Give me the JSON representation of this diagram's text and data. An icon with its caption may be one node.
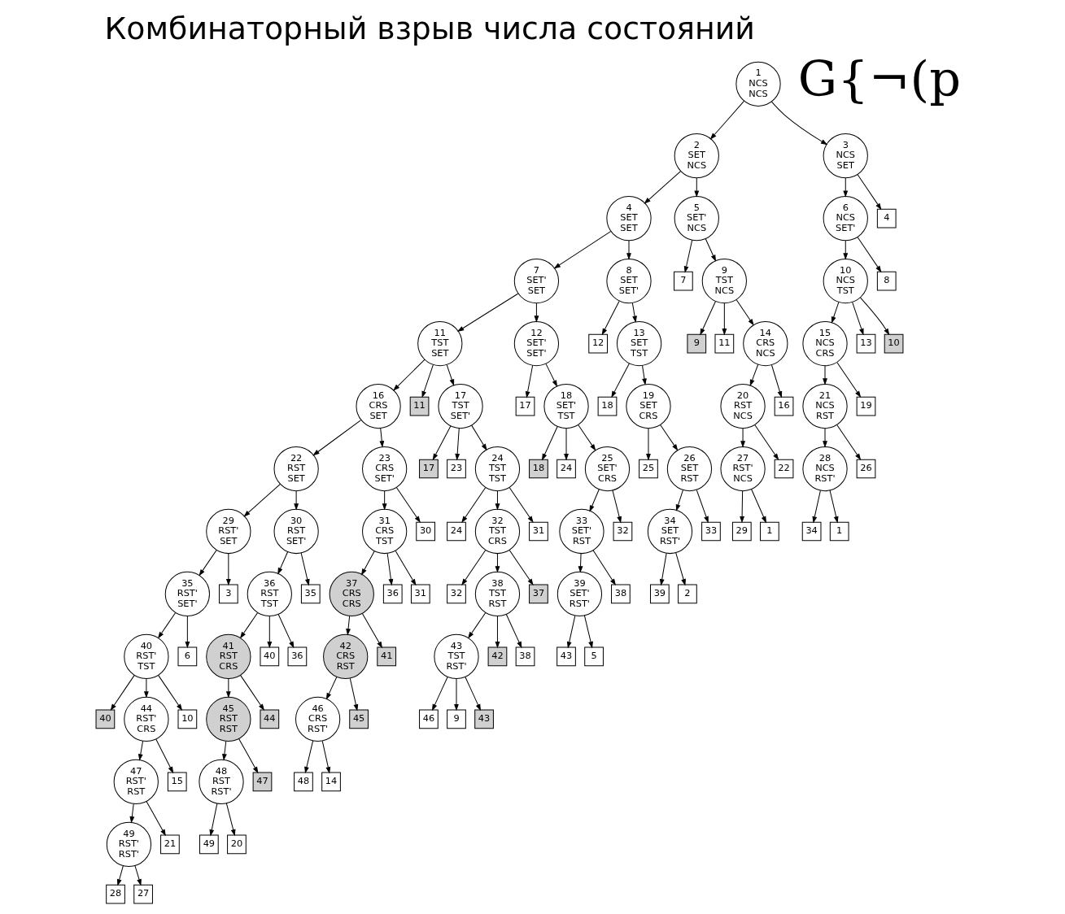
{
  "diagram": {
    "title": "Комбинаторный взрыв числа состояний",
    "nodes": [
      {
        "text": [
          "1",
          "NCS",
          "NCS"
        ]
      },
      {
        "text": [
          "2",
          "SET",
          "NCS"
        ]
      },
      {
        "text": [
          "3",
          "NCS",
          "SET"
        ]
      },
      {
        "text": [
          "4",
          "SET",
          "SET"
        ]
      },
      {
        "text": [
          "5",
          "SET'",
          "NCS"
        ]
      },
      {
        "text": [
          "6",
          "NCS",
          "SET'"
        ]
      },
      {
        "text": [
          "4"
        ]
      },
      {
        "text": [
          "7",
          "SET'",
          "SET"
        ]
      },
      {
        "text": [
          "8",
          "SET",
          "SET'"
        ]
      },
      {
        "text": [
          "7"
        ]
      },
      {
        "text": [
          "9",
          "TST",
          "NCS"
        ]
      },
      {
        "text": [
          "10",
          "NCS",
          "TST"
        ]
      },
      {
        "text": [
          "8"
        ]
      },
      {
        "text": [
          "11",
          "TST",
          "SET"
        ]
      },
      {
        "text": [
          "12",
          "SET'",
          "SET'"
        ]
      },
      {
        "text": [
          "12"
        ]
      },
      {
        "text": [
          "13",
          "SET",
          "TST"
        ]
      },
      {
        "text": [
          "9"
        ]
      },
      {
        "text": [
          "11"
        ]
      },
      {
        "text": [
          "14",
          "CRS",
          "NCS"
        ]
      },
      {
        "text": [
          "15",
          "NCS",
          "CRS"
        ]
      },
      {
        "text": [
          "13"
        ]
      },
      {
        "text": [
          "10"
        ]
      },
      {
        "text": [
          "16",
          "CRS",
          "SET"
        ]
      },
      {
        "text": [
          "11"
        ]
      },
      {
        "text": [
          "17",
          "TST",
          "SET'"
        ]
      },
      {
        "text": [
          "17"
        ]
      },
      {
        "text": [
          "18",
          "SET'",
          "TST"
        ]
      },
      {
        "text": [
          "18"
        ]
      },
      {
        "text": [
          "19",
          "SET",
          "CRS"
        ]
      },
      {
        "text": [
          "20",
          "RST",
          "NCS"
        ]
      },
      {
        "text": [
          "16"
        ]
      },
      {
        "text": [
          "21",
          "NCS",
          "RST"
        ]
      },
      {
        "text": [
          "19"
        ]
      },
      {
        "text": [
          "22",
          "RST",
          "SET"
        ]
      },
      {
        "text": [
          "23",
          "CRS",
          "SET'"
        ]
      },
      {
        "text": [
          "17"
        ]
      },
      {
        "text": [
          "23"
        ]
      },
      {
        "text": [
          "24",
          "TST",
          "TST"
        ]
      },
      {
        "text": [
          "18"
        ]
      },
      {
        "text": [
          "24"
        ]
      },
      {
        "text": [
          "25",
          "SET'",
          "CRS"
        ]
      },
      {
        "text": [
          "25"
        ]
      },
      {
        "text": [
          "26",
          "SET",
          "RST"
        ]
      },
      {
        "text": [
          "27",
          "RST'",
          "NCS"
        ]
      },
      {
        "text": [
          "22"
        ]
      },
      {
        "text": [
          "28",
          "NCS",
          "RST'"
        ]
      },
      {
        "text": [
          "26"
        ]
      },
      {
        "text": [
          "29",
          "RST'",
          "SET"
        ]
      },
      {
        "text": [
          "30",
          "RST",
          "SET'"
        ]
      },
      {
        "text": [
          "31",
          "CRS",
          "TST"
        ]
      },
      {
        "text": [
          "30"
        ]
      },
      {
        "text": [
          "24"
        ]
      },
      {
        "text": [
          "32",
          "TST",
          "CRS"
        ]
      },
      {
        "text": [
          "31"
        ]
      },
      {
        "text": [
          "33",
          "SET'",
          "RST"
        ]
      },
      {
        "text": [
          "32"
        ]
      },
      {
        "text": [
          "34",
          "SET",
          "RST'"
        ]
      },
      {
        "text": [
          "33"
        ]
      },
      {
        "text": [
          "29"
        ]
      },
      {
        "text": [
          "1"
        ]
      },
      {
        "text": [
          "34"
        ]
      },
      {
        "text": [
          "1"
        ]
      },
      {
        "text": [
          "35",
          "RST'",
          "SET'"
        ]
      },
      {
        "text": [
          "3"
        ]
      },
      {
        "text": [
          "36",
          "RST",
          "TST"
        ]
      },
      {
        "text": [
          "35"
        ]
      },
      {
        "text": [
          "37",
          "CRS",
          "CRS"
        ]
      },
      {
        "text": [
          "36"
        ]
      },
      {
        "text": [
          "31"
        ]
      },
      {
        "text": [
          "32"
        ]
      },
      {
        "text": [
          "38",
          "TST",
          "RST"
        ]
      },
      {
        "text": [
          "37"
        ]
      },
      {
        "text": [
          "39",
          "SET'",
          "RST'"
        ]
      },
      {
        "text": [
          "38"
        ]
      },
      {
        "text": [
          "39"
        ]
      },
      {
        "text": [
          "2"
        ]
      },
      {
        "text": [
          "40",
          "RST'",
          "TST"
        ]
      },
      {
        "text": [
          "6"
        ]
      },
      {
        "text": [
          "41",
          "RST",
          "CRS"
        ]
      },
      {
        "text": [
          "40"
        ]
      },
      {
        "text": [
          "36"
        ]
      },
      {
        "text": [
          "42",
          "CRS",
          "RST"
        ]
      },
      {
        "text": [
          "41"
        ]
      },
      {
        "text": [
          "43",
          "TST",
          "RST'"
        ]
      },
      {
        "text": [
          "42"
        ]
      },
      {
        "text": [
          "38"
        ]
      },
      {
        "text": [
          "43"
        ]
      },
      {
        "text": [
          "5"
        ]
      },
      {
        "text": [
          "40"
        ]
      },
      {
        "text": [
          "44",
          "RST'",
          "CRS"
        ]
      },
      {
        "text": [
          "10"
        ]
      },
      {
        "text": [
          "45",
          "RST",
          "RST"
        ]
      },
      {
        "text": [
          "44"
        ]
      },
      {
        "text": [
          "46",
          "CRS",
          "RST'"
        ]
      },
      {
        "text": [
          "45"
        ]
      },
      {
        "text": [
          "46"
        ]
      },
      {
        "text": [
          "9"
        ]
      },
      {
        "text": [
          "43"
        ]
      },
      {
        "text": [
          "47",
          "RST'",
          "RST"
        ]
      },
      {
        "text": [
          "15"
        ]
      },
      {
        "text": [
          "48",
          "RST",
          "RST'"
        ]
      },
      {
        "text": [
          "47"
        ]
      },
      {
        "text": [
          "48"
        ]
      },
      {
        "text": [
          "14"
        ]
      },
      {
        "text": [
          "49",
          "RST'",
          "RST'"
        ]
      },
      {
        "text": [
          "21"
        ]
      },
      {
        "text": [
          "49"
        ]
      },
      {
        "text": [
          "20"
        ]
      },
      {
        "text": [
          "28"
        ]
      },
      {
        "text": [
          "27"
        ]
      }
    ],
    "edges": [
      {
        "from": 0,
        "to": 1,
        "arrow": "to"
      },
      {
        "from": 0,
        "to": 2,
        "arrow": "to"
      },
      {
        "from": 1,
        "to": 3,
        "arrow": "to"
      },
      {
        "from": 1,
        "to": 4,
        "arrow": "to"
      },
      {
        "from": 2,
        "to": 5,
        "arrow": "to"
      },
      {
        "from": 2,
        "to": 6,
        "arrow": "to"
      },
      {
        "from": 3,
        "to": 7,
        "arrow": "to"
      },
      {
        "from": 3,
        "to": 8,
        "arrow": "to"
      },
      {
        "from": 4,
        "to": 9,
        "arrow": "to"
      },
      {
        "from": 4,
        "to": 10,
        "arrow": "to"
      },
      {
        "from": 5,
        "to": 11,
        "arrow": "to"
      },
      {
        "from": 5,
        "to": 12,
        "arrow": "to"
      },
      {
        "from": 7,
        "to": 13,
        "arrow": "to"
      },
      {
        "from": 7,
        "to": 14,
        "arrow": "to"
      },
      {
        "from": 8,
        "to": 15,
        "arrow": "to"
      },
      {
        "from": 8,
        "to": 16,
        "arrow": "to"
      },
      {
        "from": 10,
        "to": 17,
        "arrow": "to"
      },
      {
        "from": 10,
        "to": 18,
        "arrow": "to"
      },
      {
        "from": 10,
        "to": 19,
        "arrow": "to"
      },
      {
        "from": 11,
        "to": 20,
        "arrow": "to"
      },
      {
        "from": 11,
        "to": 21,
        "arrow": "to"
      },
      {
        "from": 11,
        "to": 22,
        "arrow": "to"
      },
      {
        "from": 13,
        "to": 23,
        "arrow": "to"
      },
      {
        "from": 13,
        "to": 24,
        "arrow": "to"
      },
      {
        "from": 13,
        "to": 25,
        "arrow": "to"
      },
      {
        "from": 14,
        "to": 26,
        "arrow": "to"
      },
      {
        "from": 14,
        "to": 27,
        "arrow": "to"
      },
      {
        "from": 16,
        "to": 28,
        "arrow": "to"
      },
      {
        "from": 16,
        "to": 29,
        "arrow": "to"
      },
      {
        "from": 19,
        "to": 30,
        "arrow": "to"
      },
      {
        "from": 19,
        "to": 31,
        "arrow": "to"
      },
      {
        "from": 20,
        "to": 32,
        "arrow": "to"
      },
      {
        "from": 20,
        "to": 33,
        "arrow": "to"
      },
      {
        "from": 23,
        "to": 34,
        "arrow": "to"
      },
      {
        "from": 23,
        "to": 35,
        "arrow": "to"
      },
      {
        "from": 25,
        "to": 36,
        "arrow": "to"
      },
      {
        "from": 25,
        "to": 37,
        "arrow": "to"
      },
      {
        "from": 25,
        "to": 38,
        "arrow": "to"
      },
      {
        "from": 27,
        "to": 39,
        "arrow": "to"
      },
      {
        "from": 27,
        "to": 40,
        "arrow": "to"
      },
      {
        "from": 27,
        "to": 41,
        "arrow": "to"
      },
      {
        "from": 29,
        "to": 42,
        "arrow": "to"
      },
      {
        "from": 29,
        "to": 43,
        "arrow": "to"
      },
      {
        "from": 30,
        "to": 44,
        "arrow": "to"
      },
      {
        "from": 30,
        "to": 45,
        "arrow": "to"
      },
      {
        "from": 32,
        "to": 46,
        "arrow": "to"
      },
      {
        "from": 32,
        "to": 47,
        "arrow": "to"
      },
      {
        "from": 34,
        "to": 48,
        "arrow": "to"
      },
      {
        "from": 34,
        "to": 49,
        "arrow": "to"
      },
      {
        "from": 35,
        "to": 50,
        "arrow": "to"
      },
      {
        "from": 35,
        "to": 51,
        "arrow": "to"
      },
      {
        "from": 38,
        "to": 52,
        "arrow": "to"
      },
      {
        "from": 38,
        "to": 53,
        "arrow": "to"
      },
      {
        "from": 38,
        "to": 54,
        "arrow": "to"
      },
      {
        "from": 41,
        "to": 55,
        "arrow": "to"
      },
      {
        "from": 41,
        "to": 56,
        "arrow": "to"
      },
      {
        "from": 43,
        "to": 57,
        "arrow": "to"
      },
      {
        "from": 43,
        "to": 58,
        "arrow": "to"
      },
      {
        "from": 44,
        "to": 59,
        "arrow": "to"
      },
      {
        "from": 44,
        "to": 60,
        "arrow": "to"
      },
      {
        "from": 46,
        "to": 61,
        "arrow": "to"
      },
      {
        "from": 46,
        "to": 62,
        "arrow": "to"
      },
      {
        "from": 48,
        "to": 63,
        "arrow": "to"
      },
      {
        "from": 48,
        "to": 64,
        "arrow": "to"
      },
      {
        "from": 49,
        "to": 65,
        "arrow": "to"
      },
      {
        "from": 49,
        "to": 66,
        "arrow": "to"
      },
      {
        "from": 50,
        "to": 67,
        "arrow": "to"
      },
      {
        "from": 50,
        "to": 68,
        "arrow": "to"
      },
      {
        "from": 50,
        "to": 69,
        "arrow": "to"
      },
      {
        "from": 53,
        "to": 70,
        "arrow": "to"
      },
      {
        "from": 53,
        "to": 71,
        "arrow": "to"
      },
      {
        "from": 53,
        "to": 72,
        "arrow": "to"
      },
      {
        "from": 55,
        "to": 73,
        "arrow": "to"
      },
      {
        "from": 55,
        "to": 74,
        "arrow": "to"
      },
      {
        "from": 57,
        "to": 75,
        "arrow": "to"
      },
      {
        "from": 57,
        "to": 76,
        "arrow": "to"
      },
      {
        "from": 63,
        "to": 77,
        "arrow": "to"
      },
      {
        "from": 63,
        "to": 78,
        "arrow": "to"
      },
      {
        "from": 65,
        "to": 79,
        "arrow": "to"
      },
      {
        "from": 65,
        "to": 80,
        "arrow": "to"
      },
      {
        "from": 65,
        "to": 81,
        "arrow": "to"
      },
      {
        "from": 67,
        "to": 82,
        "arrow": "to"
      },
      {
        "from": 67,
        "to": 83,
        "arrow": "to"
      },
      {
        "from": 71,
        "to": 84,
        "arrow": "to"
      },
      {
        "from": 71,
        "to": 85,
        "arrow": "to"
      },
      {
        "from": 71,
        "to": 86,
        "arrow": "to"
      },
      {
        "from": 73,
        "to": 87,
        "arrow": "to"
      },
      {
        "from": 73,
        "to": 88,
        "arrow": "to"
      },
      {
        "from": 77,
        "to": 89,
        "arrow": "to"
      },
      {
        "from": 77,
        "to": 90,
        "arrow": "to"
      },
      {
        "from": 77,
        "to": 91,
        "arrow": "to"
      },
      {
        "from": 79,
        "to": 92,
        "arrow": "to"
      },
      {
        "from": 79,
        "to": 93,
        "arrow": "to"
      },
      {
        "from": 82,
        "to": 94,
        "arrow": "to"
      },
      {
        "from": 82,
        "to": 95,
        "arrow": "to"
      },
      {
        "from": 84,
        "to": 96,
        "arrow": "to"
      },
      {
        "from": 84,
        "to": 97,
        "arrow": "to"
      },
      {
        "from": 84,
        "to": 98,
        "arrow": "to"
      },
      {
        "from": 90,
        "to": 99,
        "arrow": "to"
      },
      {
        "from": 90,
        "to": 100,
        "arrow": "to"
      },
      {
        "from": 92,
        "to": 101,
        "arrow": "to"
      },
      {
        "from": 92,
        "to": 102,
        "arrow": "to"
      },
      {
        "from": 94,
        "to": 103,
        "arrow": "to"
      },
      {
        "from": 94,
        "to": 104,
        "arrow": "to"
      },
      {
        "from": 99,
        "to": 105,
        "arrow": "to"
      },
      {
        "from": 99,
        "to": 106,
        "arrow": "to"
      },
      {
        "from": 101,
        "to": 107,
        "arrow": "to"
      },
      {
        "from": 101,
        "to": 108,
        "arrow": "to"
      },
      {
        "from": 105,
        "to": 109,
        "arrow": "to"
      },
      {
        "from": 105,
        "to": 110,
        "arrow": "to"
      }
    ],
    "labels": [
      "G{¬(p"
    ]
  }
}
